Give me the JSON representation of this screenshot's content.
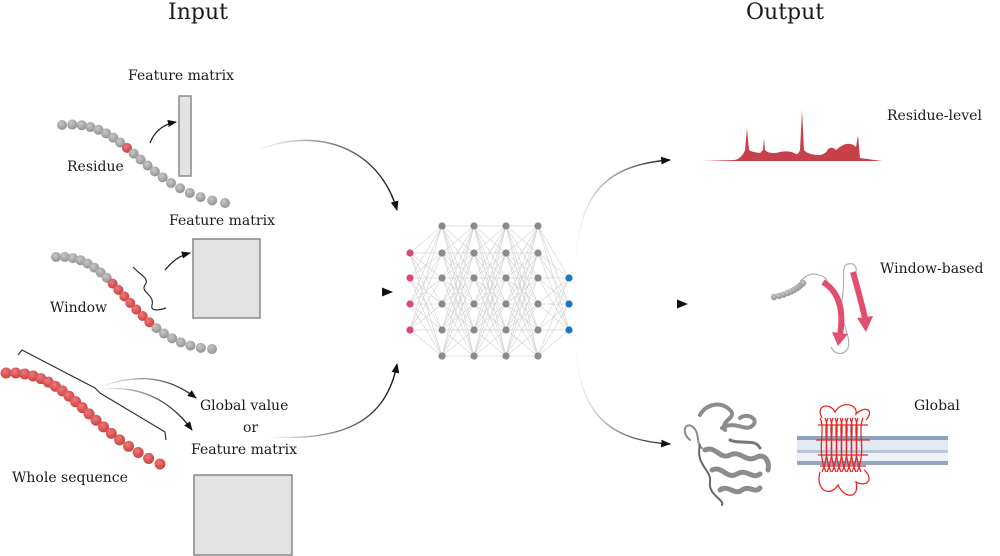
{
  "titles": {
    "input": "Input",
    "output": "Output"
  },
  "input_panel": {
    "residue": {
      "label": "Residue",
      "matrix_label": "Feature matrix"
    },
    "window": {
      "label": "Window",
      "matrix_label": "Feature matrix"
    },
    "whole": {
      "label": "Whole sequence",
      "result_line1": "Global value",
      "result_line2": "or",
      "result_line3": "Feature matrix"
    }
  },
  "network": {
    "input_nodes": 4,
    "hidden_layers": 4,
    "hidden_nodes_per_layer": 6,
    "output_nodes": 3,
    "colors": {
      "input": "#d94a6e",
      "hidden": "#8a8a8a",
      "output": "#1a78c2",
      "edges": "#d6d6d6"
    }
  },
  "output_panel": {
    "residue_level": "Residue-level",
    "window_based": "Window-based",
    "global": "Global"
  },
  "colors": {
    "bead_grey": "#a0a0a0",
    "bead_red": "#d9484a",
    "profile_red": "#c8404a",
    "strand_pink": "#e0506e",
    "membrane": "#b9c7d8",
    "matrix_fill": "#e3e3e3",
    "matrix_border": "#888888"
  }
}
